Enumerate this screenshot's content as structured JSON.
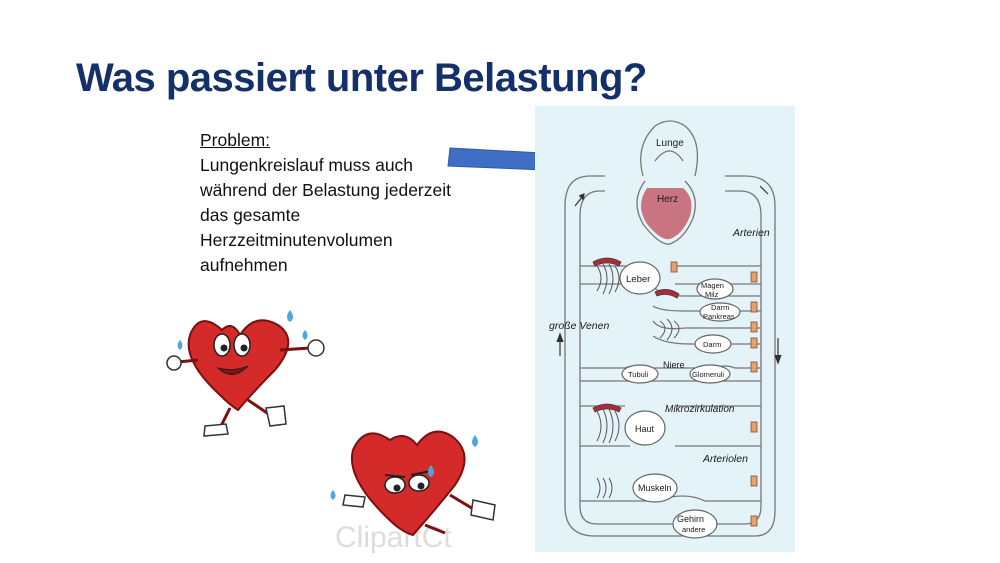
{
  "title": "Was passiert unter Belastung?",
  "problem": {
    "heading": "Problem:",
    "lines": [
      "Lungenkreislauf muss auch",
      "während der Belastung jederzeit",
      "das gesamte",
      "Herzzeitminutenvolumen",
      "aufnehmen"
    ]
  },
  "diagram": {
    "labels": {
      "lunge": "Lunge",
      "herz": "Herz",
      "arterien": "Arterien",
      "leber": "Leber",
      "magen": "Magen",
      "milz": "Milz",
      "darm_pankreas_1": "Darm",
      "darm_pankreas_2": "Pankreas",
      "darm": "Darm",
      "grosse_venen": "große Venen",
      "niere": "Niere",
      "tubuli": "Tubuli",
      "glomeruli": "Glomeruli",
      "mikrozirkulation": "Mikrozirkulation",
      "haut": "Haut",
      "arteriolen": "Arteriolen",
      "muskeln": "Muskeln",
      "gehirn": "Gehirn",
      "andere": "andere"
    }
  },
  "clipart": {
    "watermark": "ClipartCt"
  },
  "colors": {
    "title": "#14306b",
    "arrow": "#3f6fc4",
    "diagram_bg": "#e3f3f8",
    "heart": "#d42a2a",
    "valve": "#e8a070"
  }
}
